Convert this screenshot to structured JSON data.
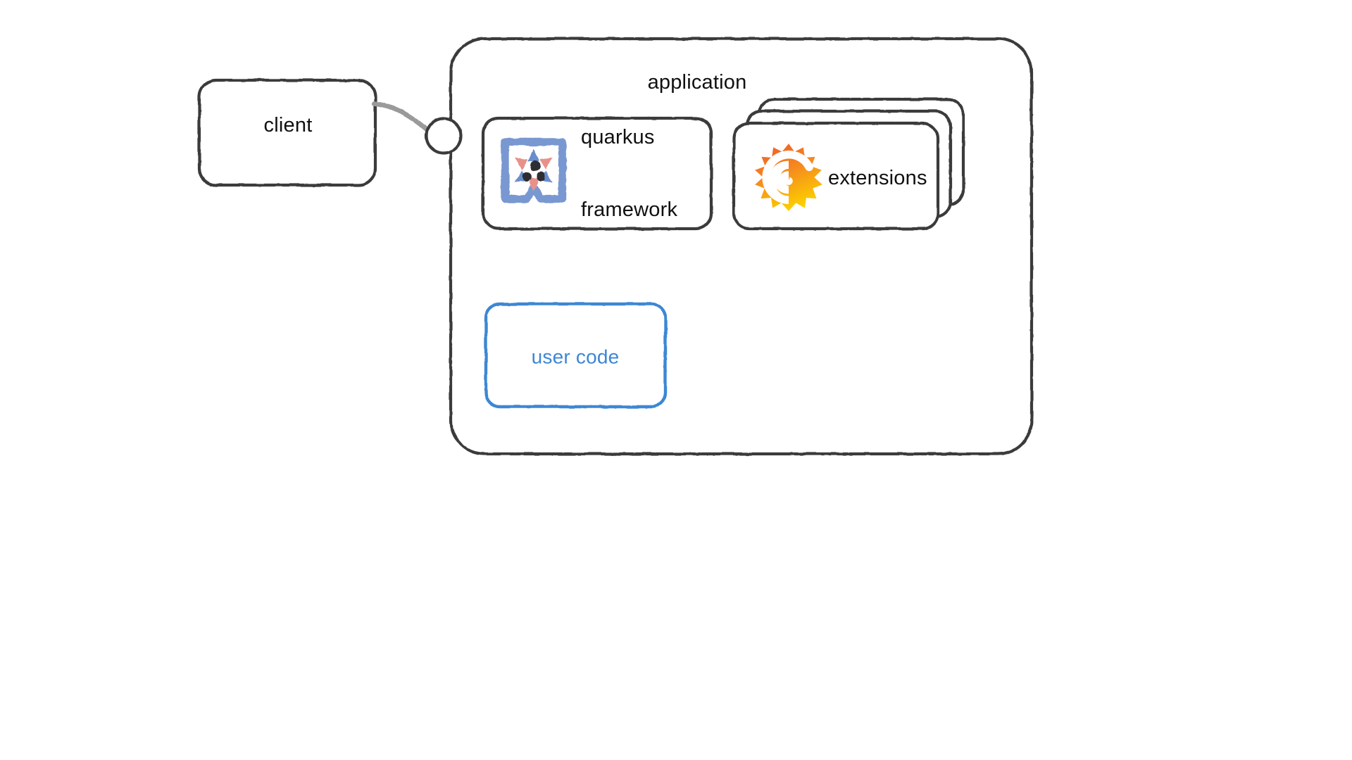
{
  "diagram": {
    "title": "application",
    "style": "hand-drawn sketch",
    "background_color": "#ffffff",
    "stroke_color": "#3b3b3b",
    "accent_blue": "#3d87d4",
    "connector_color": "#9a9a9a",
    "nodes": {
      "client": {
        "label": "client",
        "shape": "rounded-rectangle",
        "stroke_color": "#3b3b3b",
        "text_color": "#101010"
      },
      "port": {
        "label": "",
        "shape": "circle",
        "stroke_color": "#3b3b3b"
      },
      "application": {
        "label": "application",
        "shape": "rounded-rectangle",
        "stroke_color": "#3b3b3b",
        "text_color": "#101010"
      },
      "quarkus_framework": {
        "label_line1": "quarkus",
        "label_line2": "framework",
        "shape": "rounded-rectangle",
        "icon": "quarkus-logo-icon",
        "stroke_color": "#3b3b3b",
        "text_color": "#101010"
      },
      "extensions": {
        "label": "extensions",
        "shape": "stacked-rounded-rectangle",
        "stack_count": 3,
        "icon": "extension-sun-spiral-icon",
        "stroke_color": "#3b3b3b",
        "text_color": "#101010"
      },
      "user_code": {
        "label": "user code",
        "shape": "rounded-rectangle",
        "stroke_color": "#3d87d4",
        "text_color": "#3d87d4"
      }
    },
    "edges": [
      {
        "from": "client",
        "to": "port",
        "style": "curved",
        "color": "#9a9a9a"
      }
    ],
    "icon_colors": {
      "quarkus_frame_blue": "#6d8fcd",
      "quarkus_star_blue": "#6b8ecb",
      "quarkus_star_red": "#e8918a",
      "quarkus_center_dark": "#2e2e32",
      "extension_orange": "#f05a28",
      "extension_amber": "#f79420",
      "extension_yellow": "#fdd000"
    }
  }
}
